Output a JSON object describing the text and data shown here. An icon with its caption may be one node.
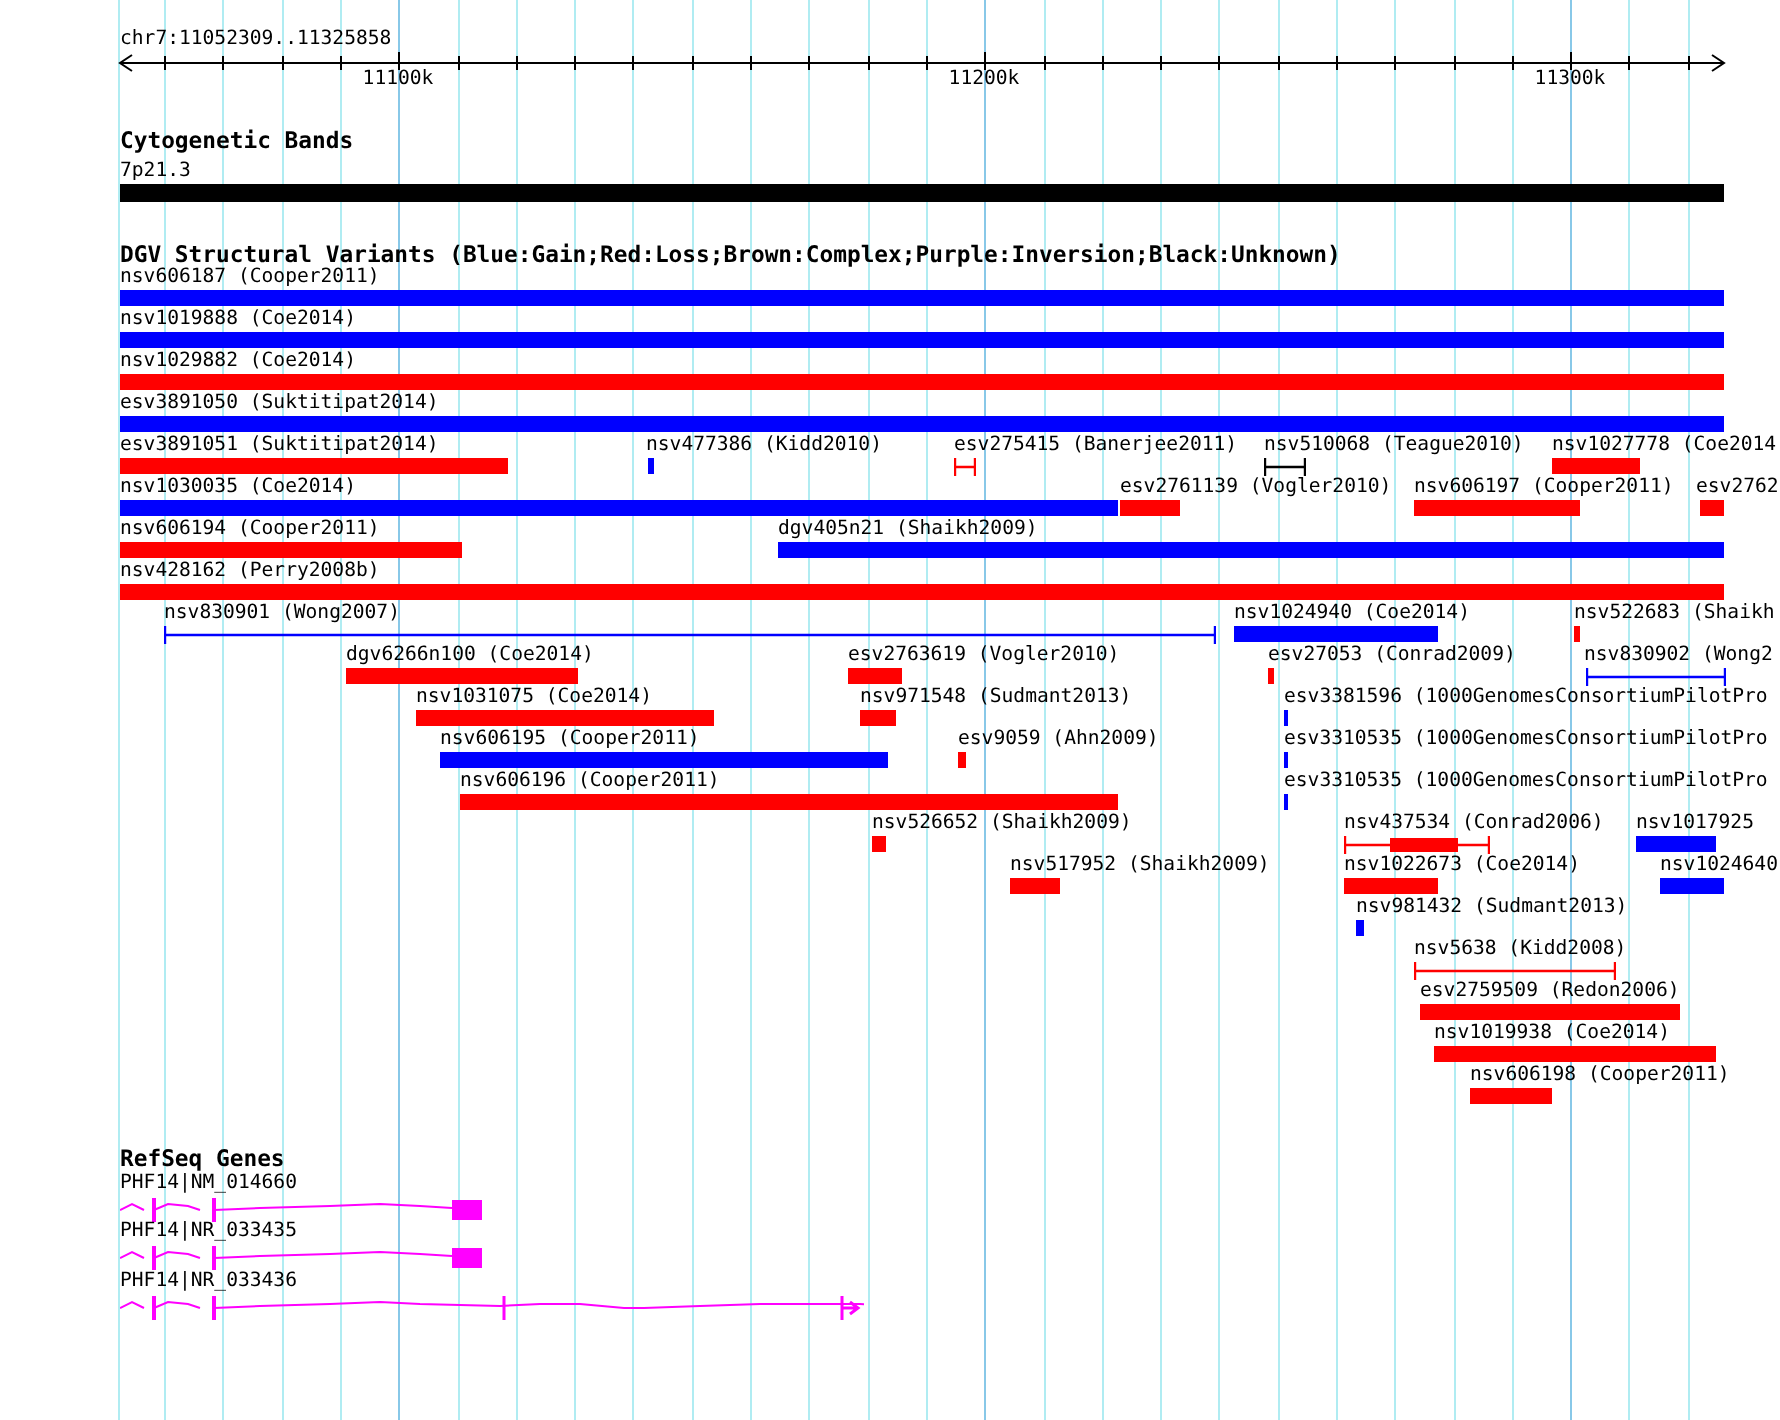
{
  "diagram": {
    "nodes": [
      {
        "text": [
          "Cytogenetic Bands"
        ]
      },
      {
        "text": [
          "7p21.3"
        ],
        "in": 0
      },
      {
        "text": [
          "DGV Structural Variants (Blue:Gain;Red:Loss;Brown:Complex;Purple:Inversion;Black:Unknown)"
        ]
      },
      {
        "text": [
          "nsv606187 (Cooper2011)"
        ],
        "in": 2
      },
      {
        "text": [
          "nsv1019888 (Coe2014)"
        ],
        "in": 2
      },
      {
        "text": [
          "nsv1029882 (Coe2014)"
        ],
        "in": 2
      },
      {
        "text": [
          "esv3891050 (Suktitipat2014)"
        ],
        "in": 2
      },
      {
        "text": [
          "esv3891051 (Suktitipat2014)"
        ],
        "in": 2
      },
      {
        "text": [
          "nsv477386 (Kidd2010)"
        ],
        "in": 2
      },
      {
        "text": [
          "esv275415 (Banerjee2011)"
        ],
        "in": 2
      },
      {
        "text": [
          "nsv510068 (Teague2010)"
        ],
        "in": 2
      },
      {
        "text": [
          "nsv1027778 (Coe2014"
        ],
        "in": 2
      },
      {
        "text": [
          "nsv1030035 (Coe2014)"
        ],
        "in": 2
      },
      {
        "text": [
          "esv2761139 (Vogler2010)"
        ],
        "in": 2
      },
      {
        "text": [
          "nsv606197 (Cooper2011)"
        ],
        "in": 2
      },
      {
        "text": [
          "esv2762"
        ],
        "in": 2
      },
      {
        "text": [
          "nsv606194 (Cooper2011)"
        ],
        "in": 2
      },
      {
        "text": [
          "dgv405n21 (Shaikh2009)"
        ],
        "in": 2
      },
      {
        "text": [
          "nsv428162 (Perry2008b)"
        ],
        "in": 2
      },
      {
        "text": [
          "nsv830901 (Wong2007)"
        ],
        "in": 2
      },
      {
        "text": [
          "nsv1024940 (Coe2014)"
        ],
        "in": 2
      },
      {
        "text": [
          "nsv522683 (Shaikh"
        ],
        "in": 2
      },
      {
        "text": [
          "dgv6266n100 (Coe2014)"
        ],
        "in": 2
      },
      {
        "text": [
          "esv2763619 (Vogler2010)"
        ],
        "in": 2
      },
      {
        "text": [
          "esv27053 (Conrad2009)"
        ],
        "in": 2
      },
      {
        "text": [
          "nsv830902 (Wong2"
        ],
        "in": 2
      },
      {
        "text": [
          "nsv1031075 (Coe2014)"
        ],
        "in": 2
      },
      {
        "text": [
          "nsv971548 (Sudmant2013)"
        ],
        "in": 2
      },
      {
        "text": [
          "esv3381596 (1000GenomesConsortiumPilotPro"
        ],
        "in": 2
      },
      {
        "text": [
          "nsv606195 (Cooper2011)"
        ],
        "in": 2
      },
      {
        "text": [
          "esv9059 (Ahn2009)"
        ],
        "in": 2
      },
      {
        "text": [
          "esv3310535 (1000GenomesConsortiumPilotPro"
        ],
        "in": 2
      },
      {
        "text": [
          "nsv606196 (Cooper2011)"
        ],
        "in": 2
      },
      {
        "text": [
          "esv3310535 (1000GenomesConsortiumPilotPro"
        ],
        "in": 2
      },
      {
        "text": [
          "nsv526652 (Shaikh2009)"
        ],
        "in": 2
      },
      {
        "text": [
          "nsv437534 (Conrad2006)"
        ],
        "in": 2
      },
      {
        "text": [
          "nsv1017925"
        ],
        "in": 2
      },
      {
        "text": [
          "nsv517952 (Shaikh2009)"
        ],
        "in": 2
      },
      {
        "text": [
          "nsv1022673 (Coe2014)"
        ],
        "in": 2
      },
      {
        "text": [
          "nsv1024640"
        ],
        "in": 2
      },
      {
        "text": [
          "nsv981432 (Sudmant2013)"
        ],
        "in": 2
      },
      {
        "text": [
          "nsv5638 (Kidd2008)"
        ],
        "in": 2
      },
      {
        "text": [
          "esv2759509 (Redon2006)"
        ],
        "in": 2
      },
      {
        "text": [
          "nsv1019938 (Coe2014)"
        ],
        "in": 2
      },
      {
        "text": [
          "nsv606198 (Cooper2011)"
        ],
        "in": 2
      },
      {
        "text": [
          "RefSeq Genes"
        ]
      },
      {
        "text": [
          "PHF14|NM_014660"
        ],
        "in": 45
      },
      {
        "text": [
          "PHF14|NR_033435"
        ],
        "in": 45
      },
      {
        "text": [
          "PHF14|NR_033436"
        ],
        "in": 45
      }
    ],
    "edges": [],
    "labels": [
      "chr7:11052309..11325858",
      "11100k",
      "11200k",
      "11300k"
    ]
  }
}
